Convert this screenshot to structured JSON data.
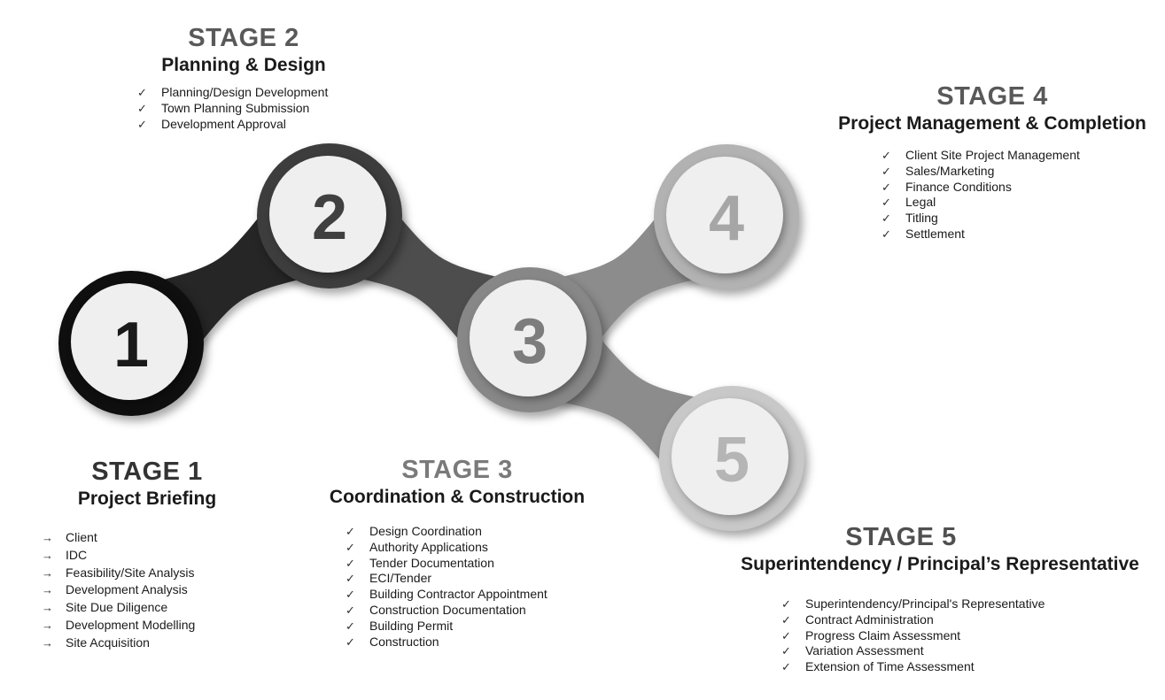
{
  "diagram": {
    "inner_circle_color": "#efefef",
    "stages": [
      {
        "number": "1",
        "title": "STAGE 1",
        "subtitle": "Project Briefing",
        "bullet": "→",
        "title_color": "#333333",
        "ring_color": "#0f0f0f",
        "number_color": "#1a1a1a",
        "items": [
          "Client",
          "IDC",
          "Feasibility/Site Analysis",
          "Development Analysis",
          "Site Due Diligence",
          "Development Modelling",
          "Site Acquisition"
        ]
      },
      {
        "number": "2",
        "title": "STAGE 2",
        "subtitle": "Planning & Design",
        "bullet": "✓",
        "title_color": "#595959",
        "ring_color": "#3d3d3d",
        "number_color": "#404040",
        "items": [
          "Planning/Design Development",
          "Town Planning Submission",
          "Development Approval"
        ]
      },
      {
        "number": "3",
        "title": "STAGE 3",
        "subtitle": "Coordination & Construction",
        "bullet": "✓",
        "title_color": "#7a7a7a",
        "ring_color": "#878787",
        "number_color": "#7d7d7d",
        "items": [
          "Design Coordination",
          "Authority Applications",
          "Tender Documentation",
          "ECI/Tender",
          "Building Contractor Appointment",
          "Construction Documentation",
          "Building Permit",
          "Construction"
        ]
      },
      {
        "number": "4",
        "title": "STAGE 4",
        "subtitle": "Project Management & Completion",
        "bullet": "✓",
        "title_color": "#595959",
        "ring_color": "#b2b2b2",
        "number_color": "#a6a6a6",
        "items": [
          "Client Site Project Management",
          "Sales/Marketing",
          "Finance Conditions",
          "Legal",
          "Titling",
          "Settlement"
        ]
      },
      {
        "number": "5",
        "title": "STAGE 5",
        "subtitle": "Superintendency / Principal’s Representative",
        "bullet": "✓",
        "title_color": "#505050",
        "ring_color": "#c8c8c8",
        "number_color": "#b5b5b5",
        "items": [
          "Superintendency/Principal's Representative",
          "Contract Administration",
          "Progress Claim Assessment",
          "Variation Assessment",
          "Extension of Time Assessment"
        ]
      }
    ],
    "connectors": [
      {
        "from": "1",
        "to": "2",
        "color": "#262626"
      },
      {
        "from": "2",
        "to": "3",
        "color": "#4d4d4d"
      },
      {
        "from": "3",
        "to": "4",
        "color": "#8c8c8c"
      },
      {
        "from": "3",
        "to": "5",
        "color": "#8c8c8c"
      }
    ]
  }
}
